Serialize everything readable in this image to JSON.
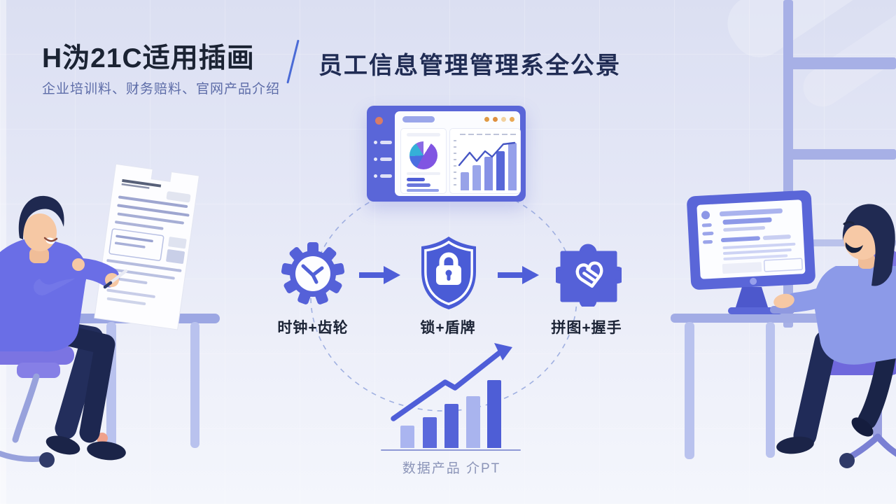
{
  "header": {
    "title": "H沩21C适用插画",
    "subtitle": "企业培训料、财务赔料、官网产品介绍",
    "divider": "/",
    "right_title": "员工信息管理管理系全公景"
  },
  "process": {
    "arrow_color": "#4f5ed8",
    "items": [
      {
        "icon": "clock-gear-icon",
        "label": "时钟+齿轮"
      },
      {
        "icon": "shield-lock-icon",
        "label": "锁+盾牌"
      },
      {
        "icon": "puzzle-handshake-icon",
        "label": "拼图+握手"
      }
    ]
  },
  "dashboard": {
    "sidebar_dot_color": "#d97c66",
    "window_dot_colors": [
      "#e09a44",
      "#df8f3e",
      "#f2d2a0",
      "#eaa954"
    ],
    "frame_color": "#5a66d8"
  },
  "chart_data": [
    {
      "type": "bar",
      "name": "growth-bar-chart",
      "values": [
        32,
        44,
        63,
        74,
        97
      ],
      "colors": [
        "#aab5f0",
        "#5b69dc",
        "#5463d8",
        "#a9b4ee",
        "#4e5ed6"
      ],
      "annotation": "upward zigzag arrow",
      "caption": "数据产品 介PT"
    },
    {
      "type": "bar",
      "name": "dashboard-mini-bar-chart",
      "values": [
        26,
        36,
        48,
        56,
        68
      ],
      "colors": [
        "#98a2e8",
        "#9aa6ea",
        "#8691e6",
        "#5767d8",
        "#95a0ea"
      ],
      "line_overlay": true
    },
    {
      "type": "pie",
      "name": "dashboard-donut-chart",
      "slices": [
        {
          "color": "#8055e2",
          "value": 49
        },
        {
          "color": "#4a6ee0",
          "value": 16
        },
        {
          "color": "#35b0d8",
          "value": 17
        },
        {
          "color": "#8a6ae4",
          "value": 9
        },
        {
          "color": "#ffffff",
          "value": 9
        }
      ]
    }
  ],
  "scene": {
    "left_figure": "person-reading-document",
    "right_figure": "person-at-computer"
  },
  "colors": {
    "accent": "#5a66d8",
    "background_top": "#dbdff2",
    "background_bottom": "#f4f6fc",
    "window_frame": "#a7b0e6",
    "text_dark": "#1b2333",
    "text_muted": "#5d6ca8",
    "caption": "#8b94b8"
  }
}
